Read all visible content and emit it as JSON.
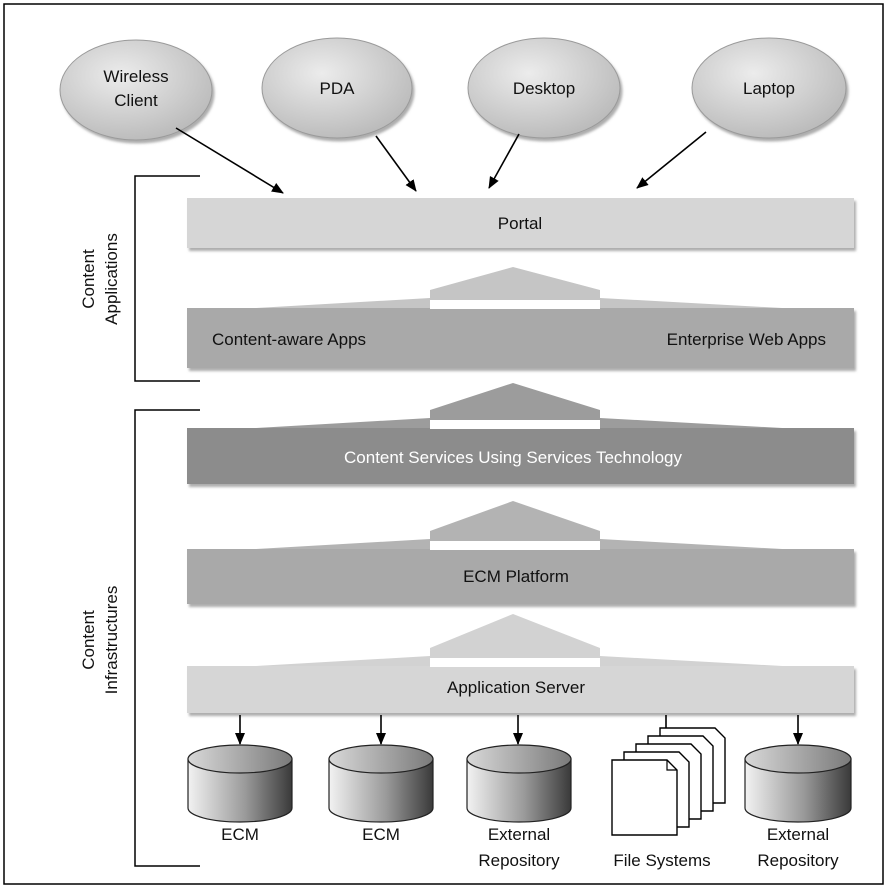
{
  "clients": [
    {
      "lines": [
        "Wireless",
        "Client"
      ]
    },
    {
      "lines": [
        "PDA"
      ]
    },
    {
      "lines": [
        "Desktop"
      ]
    },
    {
      "lines": [
        "Laptop"
      ]
    }
  ],
  "layers": {
    "portal": "Portal",
    "content_aware_apps": "Content-aware Apps",
    "enterprise_web_apps": "Enterprise Web Apps",
    "content_services": "Content Services Using Services Technology",
    "ecm_platform": "ECM Platform",
    "application_server": "Application Server"
  },
  "side_labels": {
    "content_applications": [
      "Content",
      "Applications"
    ],
    "content_infrastructures": [
      "Content",
      "Infrastructures"
    ]
  },
  "repositories": [
    {
      "kind": "cylinder",
      "lines": [
        "ECM"
      ]
    },
    {
      "kind": "cylinder",
      "lines": [
        "ECM"
      ]
    },
    {
      "kind": "cylinder",
      "lines": [
        "External",
        "Repository"
      ]
    },
    {
      "kind": "files",
      "lines": [
        "File Systems"
      ]
    },
    {
      "kind": "cylinder",
      "lines": [
        "External",
        "Repository"
      ]
    }
  ],
  "colors": {
    "light_bar": "#d6d6d6",
    "mid_bar": "#a9a9a9",
    "dark_bar": "#8c8c8c",
    "oval": "#cfcfcf"
  }
}
